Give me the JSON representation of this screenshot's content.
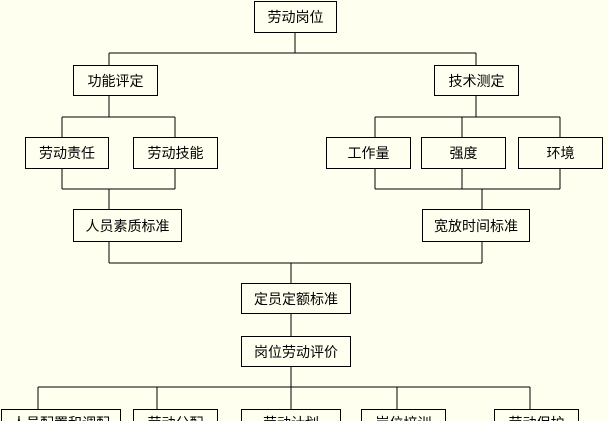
{
  "diagram": {
    "root": "劳动岗位",
    "level1": {
      "left": "功能评定",
      "right": "技术测定"
    },
    "level2": {
      "left_a": "劳动责任",
      "left_b": "劳动技能",
      "right_a": "工作量",
      "right_b": "强度",
      "right_c": "环境"
    },
    "level3": {
      "left": "人员素质标准",
      "right": "宽放时间标准"
    },
    "quota": "定员定额标准",
    "evaluation": "岗位劳动评价",
    "outputs": [
      "人员配置和调配",
      "劳动分配",
      "劳动计划",
      "岗位培训",
      "劳动保护"
    ]
  }
}
